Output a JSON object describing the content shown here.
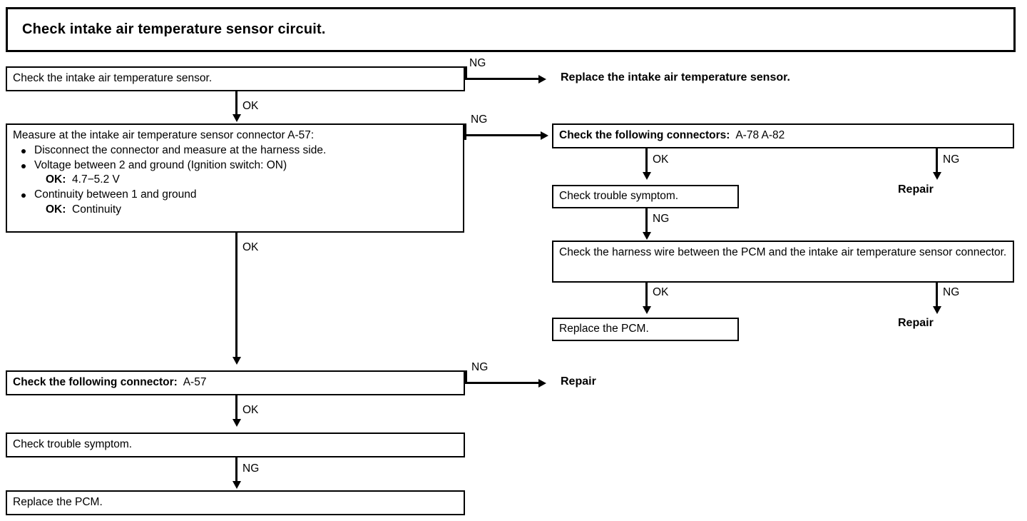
{
  "title": {
    "text": "Check intake air temperature sensor circuit."
  },
  "nodes": {
    "check_sensor": "Check the intake air temperature sensor.",
    "replace_sensor": "Replace the intake air temperature sensor.",
    "measure_head": "Measure at the intake air temperature sensor connector A-57:",
    "measure_bullets": [
      {
        "text": "Disconnect the connector and measure at the harness side.",
        "ok": ""
      },
      {
        "text": "Voltage between 2 and ground (Ignition switch: ON)",
        "ok_label": "OK:",
        "ok_value": "4.7−5.2 V"
      },
      {
        "text": "Continuity between 1 and ground",
        "ok_label": "OK:",
        "ok_value": "Continuity"
      }
    ],
    "check_connectors_multi_label": "Check the following connectors:",
    "check_connectors_multi_value": "A-78 A-82",
    "check_trouble_symptom_right": "Check trouble symptom.",
    "check_harness_wire": "Check the harness wire between the PCM and the intake air temperature sensor connector.",
    "replace_pcm_right": "Replace the PCM.",
    "check_connector_single_label": "Check the following connector:",
    "check_connector_single_value": "A-57",
    "check_trouble_symptom_left": "Check trouble symptom.",
    "replace_pcm_left": "Replace the PCM."
  },
  "terminals": {
    "repair_top_right": "Repair",
    "repair_bottom_right": "Repair",
    "repair_left": "Repair"
  },
  "edge_labels": {
    "ng1": "NG",
    "ok1": "OK",
    "ng2": "NG",
    "ok2": "OK",
    "ok_right_1": "OK",
    "ng_right_1": "NG",
    "ng_right_2": "NG",
    "ok_right_2": "OK",
    "ng_right_3": "NG",
    "ng3": "NG",
    "ok3": "OK",
    "ng4": "NG"
  },
  "colors": {
    "ink": "#000000",
    "paper": "#ffffff"
  }
}
